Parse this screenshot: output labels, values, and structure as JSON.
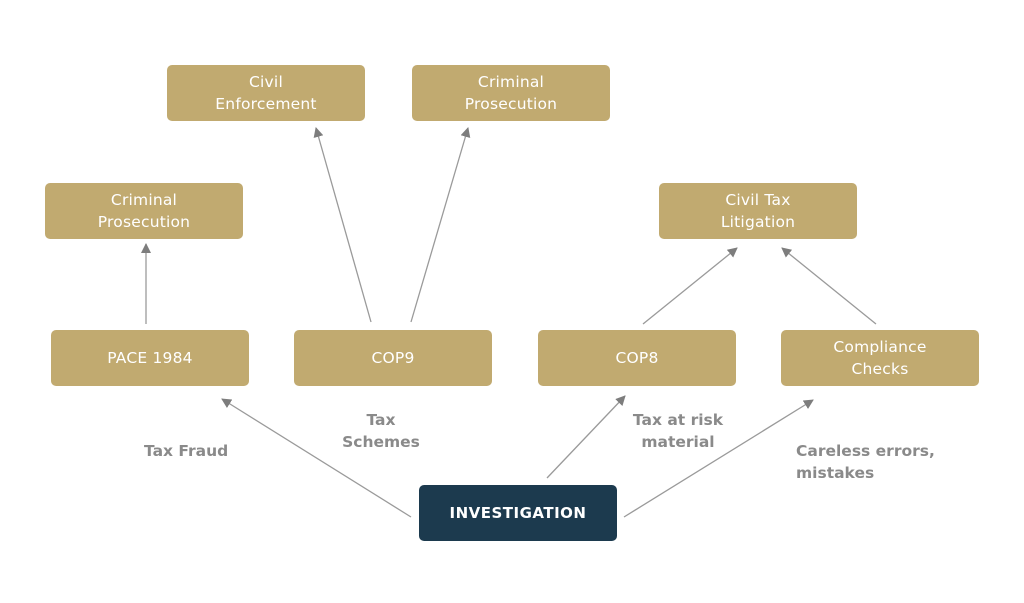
{
  "diagram": {
    "root": {
      "id": "investigation",
      "label": "INVESTIGATION"
    },
    "nodes": [
      {
        "id": "pace",
        "label": "PACE 1984"
      },
      {
        "id": "cop9",
        "label": "COP9"
      },
      {
        "id": "cop8",
        "label": "COP8"
      },
      {
        "id": "compliance",
        "label": "Compliance\nChecks"
      },
      {
        "id": "criminal_left",
        "label": "Criminal\nProsecution"
      },
      {
        "id": "civil_enforcement",
        "label": "Civil\nEnforcement"
      },
      {
        "id": "criminal_top",
        "label": "Criminal\nProsecution"
      },
      {
        "id": "civil_tax",
        "label": "Civil Tax\nLitigation"
      }
    ],
    "edge_labels": {
      "tax_fraud": "Tax Fraud",
      "tax_schemes": "Tax\nSchemes",
      "tax_at_risk": "Tax at risk\nmaterial",
      "careless": "Careless errors,\nmistakes"
    },
    "edges": [
      {
        "from": "investigation",
        "to": "pace",
        "label": "Tax Fraud"
      },
      {
        "from": "investigation",
        "to": "cop8",
        "label": "Tax at risk material"
      },
      {
        "from": "investigation",
        "to": "compliance",
        "label": "Careless errors, mistakes"
      },
      {
        "from": "pace",
        "to": "criminal_left"
      },
      {
        "from": "cop9",
        "to": "civil_enforcement"
      },
      {
        "from": "cop9",
        "to": "criminal_top"
      },
      {
        "from": "cop8",
        "to": "civil_tax"
      },
      {
        "from": "compliance",
        "to": "civil_tax"
      }
    ],
    "colors": {
      "node": "#c1aa70",
      "root": "#1c3a4e",
      "arrow": "#9a9a9a",
      "label": "#8a8a8a"
    }
  }
}
